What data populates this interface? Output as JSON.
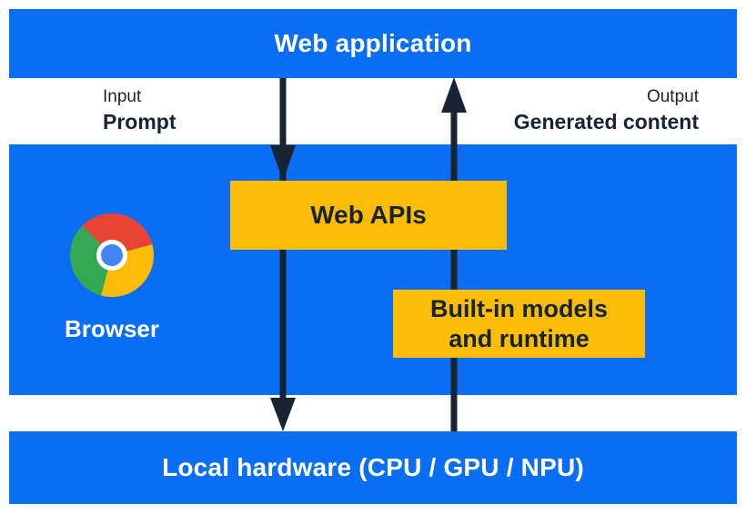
{
  "diagram": {
    "top_bar": {
      "label": "Web application"
    },
    "io_labels": {
      "input": {
        "title": "Input",
        "value": "Prompt"
      },
      "output": {
        "title": "Output",
        "value": "Generated content"
      }
    },
    "browser_panel": {
      "label": "Browser",
      "logo": "chrome-logo"
    },
    "web_apis_box": {
      "label": "Web APIs"
    },
    "builtin_box": {
      "line1": "Built-in models",
      "line2": "and runtime"
    },
    "bottom_bar": {
      "label": "Local hardware (CPU / GPU / NPU)"
    },
    "arrows": {
      "down": "input flow: web application to web apis to local hardware",
      "up": "output flow: local hardware through built-in models to web application"
    },
    "colors": {
      "panel_blue": "#0a6ef4",
      "box_yellow": "#fbbc04",
      "ink_navy": "#182334",
      "chrome_red": "#ea4335",
      "chrome_yellow": "#fbbc05",
      "chrome_green": "#34a853",
      "chrome_blue": "#4285f4"
    }
  }
}
